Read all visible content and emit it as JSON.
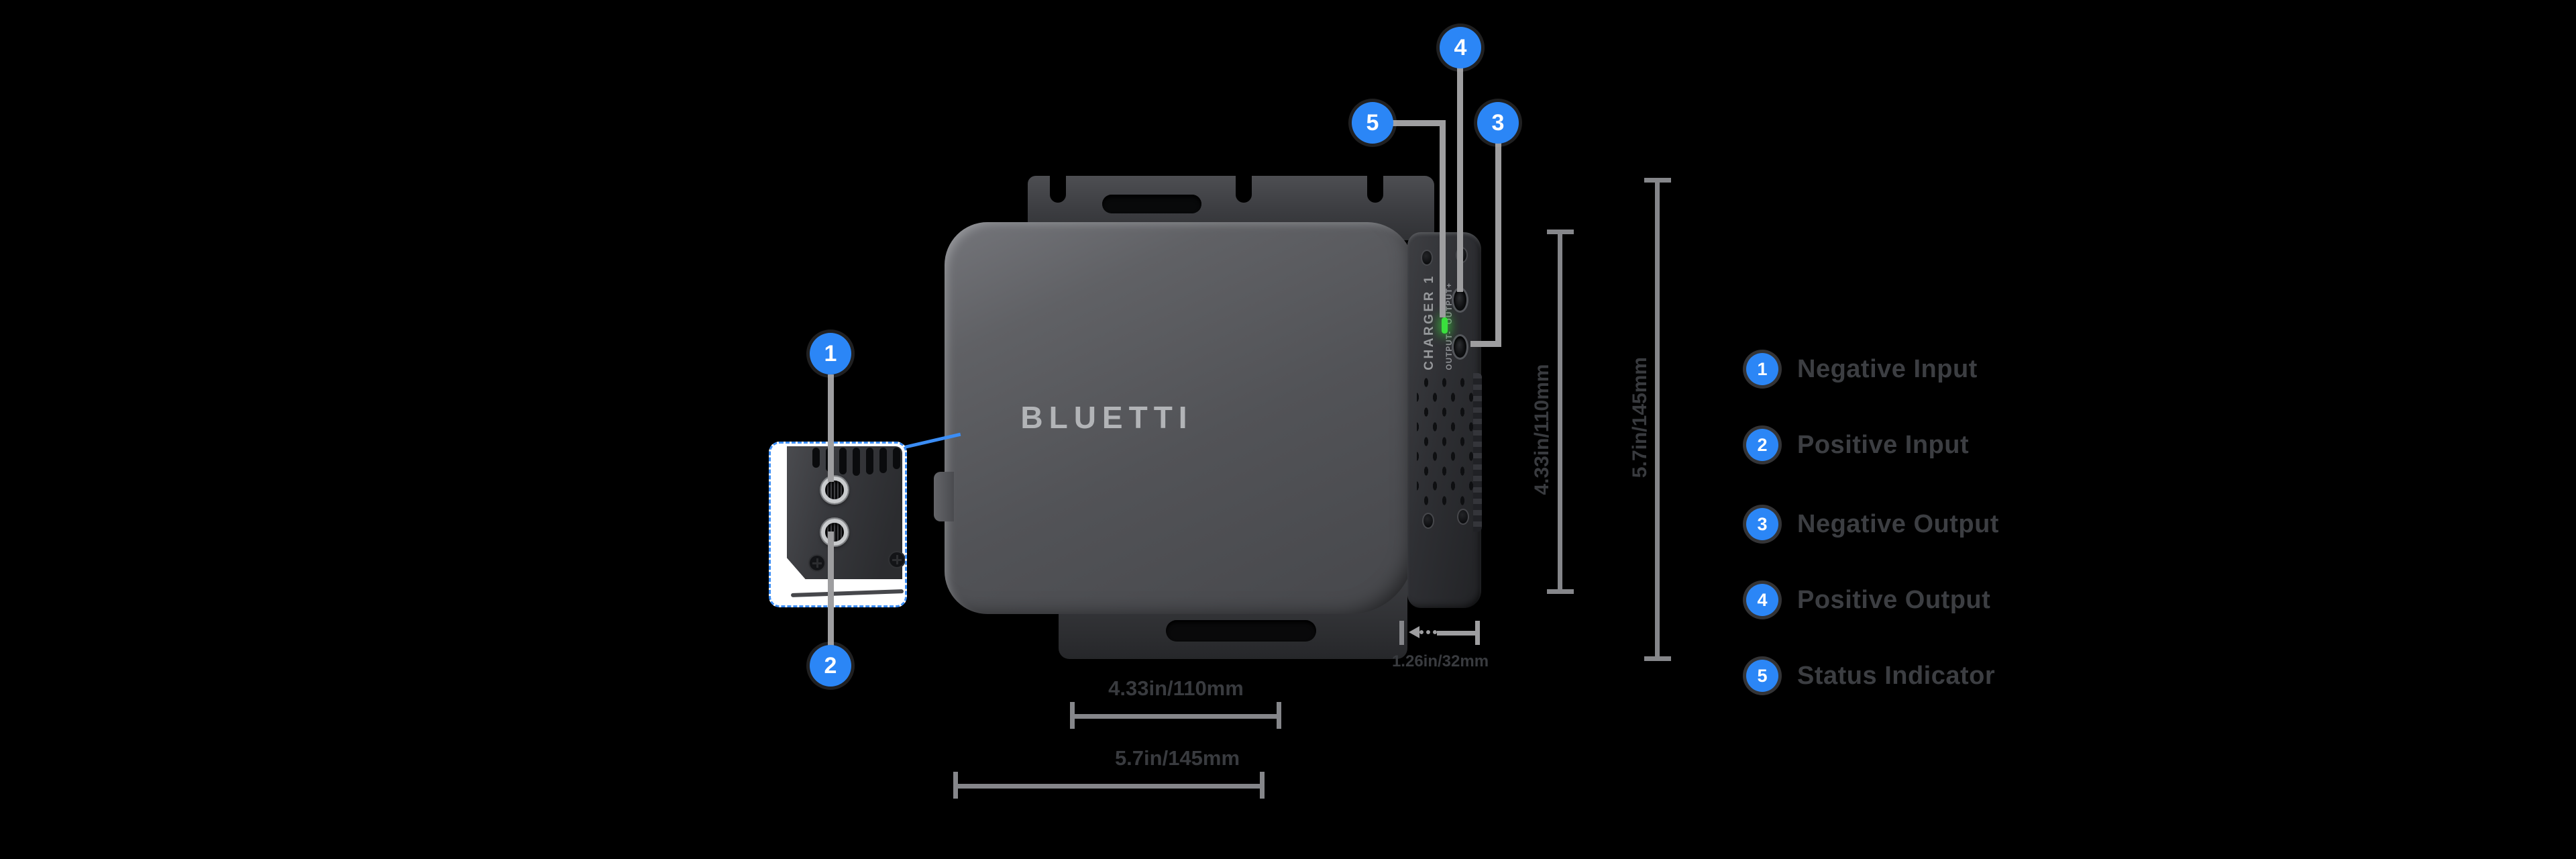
{
  "colors": {
    "background": "#000000",
    "badge_blue": "#2b86f6",
    "led_green": "#3ae03d",
    "inset_border_blue": "#3b8df5",
    "legend_text": "#3c3e42",
    "dimension_text": "#393b3f",
    "dimension_line": "#85868a",
    "leader_line": "#9e9ea0",
    "device_body_gray": "#55565a",
    "brand_text": "#b2b4b7"
  },
  "device": {
    "brand": "BLUETTI",
    "model": "CHARGER 1",
    "port_labels": {
      "output_plus": "OUTPUT+",
      "output_minus": "OUTPUT-"
    }
  },
  "dimensions": {
    "bottom_inner": "4.33in/110mm",
    "bottom_outer": "5.7in/145mm",
    "side_inner": "4.33in/110mm",
    "side_outer": "5.7in/145mm",
    "depth": "1.26in/32mm"
  },
  "legend": {
    "items": [
      {
        "number": "1",
        "label": "Negative Input"
      },
      {
        "number": "2",
        "label": "Positive Input"
      },
      {
        "number": "3",
        "label": "Negative Output"
      },
      {
        "number": "4",
        "label": "Positive Output"
      },
      {
        "number": "5",
        "label": "Status Indicator"
      }
    ]
  }
}
